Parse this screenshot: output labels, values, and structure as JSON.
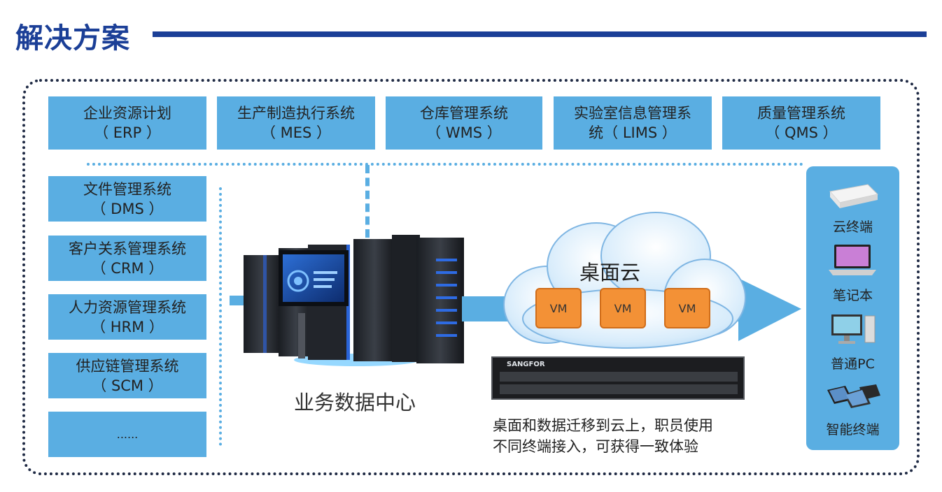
{
  "header": {
    "title": "解决方案"
  },
  "top_systems": [
    {
      "line1": "企业资源计划",
      "line2": "（ ERP ）"
    },
    {
      "line1": "生产制造执行系统",
      "line2": "（ MES ）"
    },
    {
      "line1": "仓库管理系统",
      "line2": "（ WMS ）"
    },
    {
      "line1": "实验室信息管理系",
      "line2": "统（ LIMS ）"
    },
    {
      "line1": "质量管理系统",
      "line2": "（ QMS ）"
    }
  ],
  "left_systems": [
    {
      "line1": "文件管理系统",
      "line2": "（ DMS ）"
    },
    {
      "line1": "客户关系管理系统",
      "line2": "（ CRM ）"
    },
    {
      "line1": "人力资源管理系统",
      "line2": "（ HRM ）"
    },
    {
      "line1": "供应链管理系统",
      "line2": "（ SCM ）"
    },
    {
      "line1": "......",
      "line2": ""
    }
  ],
  "datacenter": {
    "label": "业务数据中心"
  },
  "cloud": {
    "label": "桌面云",
    "vms": [
      "VM",
      "VM",
      "VM"
    ],
    "server_brand": "SANGFOR"
  },
  "caption": {
    "line1": "桌面和数据迁移到云上，职员使用",
    "line2": "不同终端接入，可获得一致体验"
  },
  "devices": [
    {
      "label": "云终端",
      "icon": "thin-client-icon"
    },
    {
      "label": "笔记本",
      "icon": "laptop-icon"
    },
    {
      "label": "普通PC",
      "icon": "desktop-pc-icon"
    },
    {
      "label": "智能终端",
      "icon": "smart-devices-icon"
    }
  ],
  "colors": {
    "accent": "#1b3f97",
    "box": "#5aaee2",
    "vm": "#f39136"
  }
}
